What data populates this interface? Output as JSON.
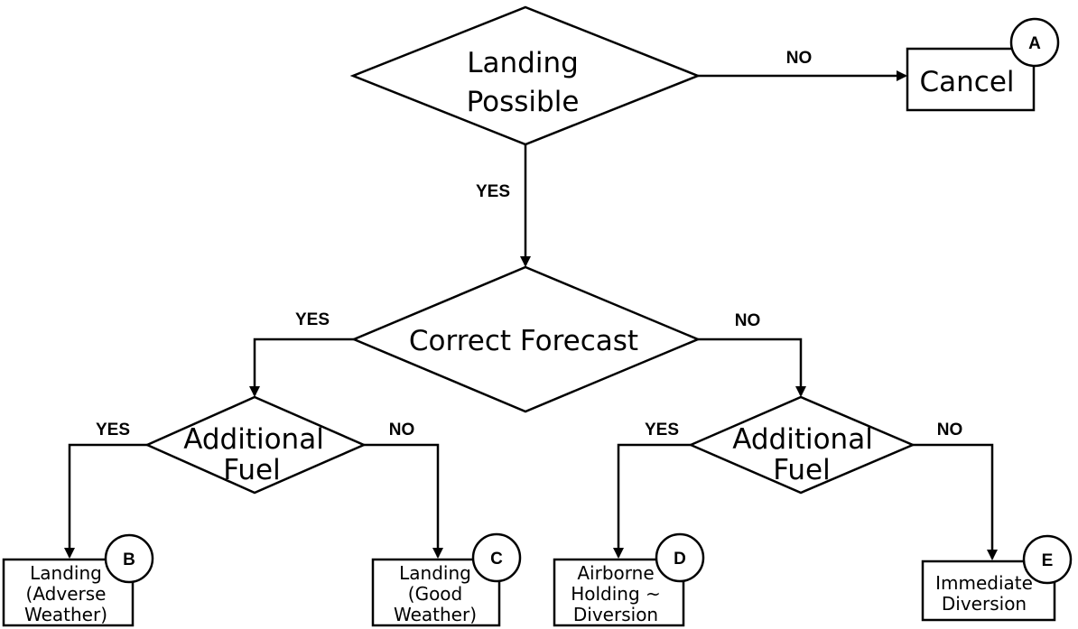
{
  "decisions": {
    "landing_possible": [
      "Landing",
      "Possible"
    ],
    "correct_forecast": "Correct Forecast",
    "fuel_left": [
      "Additional",
      "Fuel"
    ],
    "fuel_right": [
      "Additional",
      "Fuel"
    ]
  },
  "outcomes": {
    "a": {
      "badge": "A",
      "lines": [
        "Cancel"
      ]
    },
    "b": {
      "badge": "B",
      "lines": [
        "Landing",
        "(Adverse",
        "Weather)"
      ]
    },
    "c": {
      "badge": "C",
      "lines": [
        "Landing",
        "(Good",
        "Weather)"
      ]
    },
    "d": {
      "badge": "D",
      "lines": [
        "Airborne",
        "Holding ~",
        "Diversion"
      ]
    },
    "e": {
      "badge": "E",
      "lines": [
        "Immediate",
        "Diversion"
      ]
    }
  },
  "edge_labels": {
    "landing_no": "NO",
    "landing_yes": "YES",
    "forecast_yes": "YES",
    "forecast_no": "NO",
    "fuel_left_yes": "YES",
    "fuel_left_no": "NO",
    "fuel_right_yes": "YES",
    "fuel_right_no": "NO"
  }
}
